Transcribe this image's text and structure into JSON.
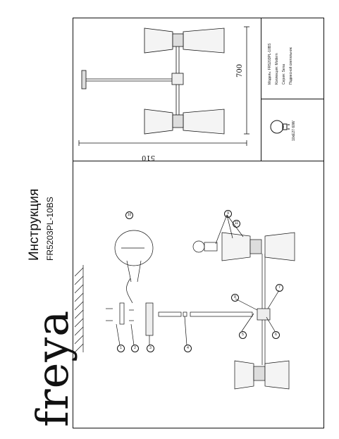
{
  "brand": {
    "logo": "freya"
  },
  "document": {
    "title": "Инструкция",
    "code": "FR5203PL-10BS"
  },
  "dimensions": {
    "width": "510",
    "height": "700"
  },
  "info": {
    "model": "Модель: FR5203PL-10BS",
    "collection": "Коллекция: Modern",
    "series": "Серия: Sena",
    "type": "Подвесной светильник",
    "power": "10xE27 60W"
  },
  "callouts": [
    "1",
    "2",
    "3",
    "4",
    "5",
    "6",
    "7",
    "8",
    "9",
    "10",
    "11"
  ]
}
